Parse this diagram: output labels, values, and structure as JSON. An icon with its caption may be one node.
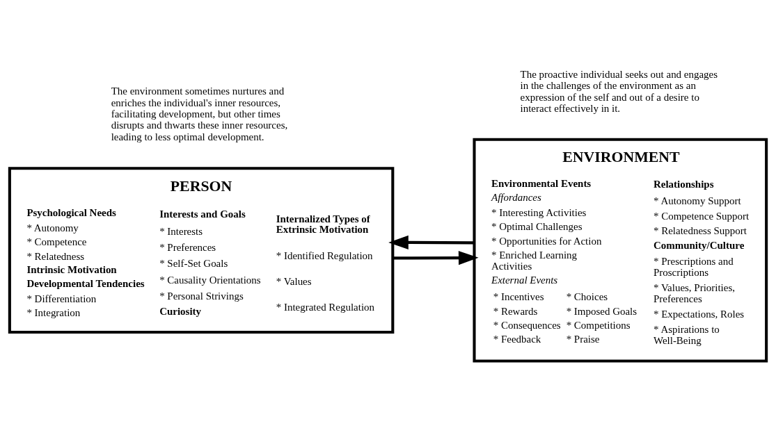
{
  "diagram": {
    "nodes": [
      {
        "text": [
          "PERSON",
          "Psychological Needs",
          "* Autonomy",
          "* Competence",
          "* Relatedness",
          "Intrinsic Motivation",
          "Developmental Tendencies",
          "* Differentiation",
          "* Integration",
          "Interests and Goals",
          "* Interests",
          "* Preferences",
          "* Self-Set Goals",
          "* Causality Orientations",
          "* Personal Strivings",
          "Curiosity",
          "Internalized Types of Extrinsic Motivation",
          "* Identified Regulation",
          "* Values",
          "* Integrated Regulation"
        ]
      },
      {
        "text": [
          "ENVIRONMENT",
          "Environmental Events",
          "Affordances",
          "* Interesting Activities",
          "* Optimal Challenges",
          "* Opportunities for Action",
          "* Enriched Learning Activities",
          "External Events",
          "* Incentives",
          "* Rewards",
          "* Consequences",
          "* Feedback",
          "* Choices",
          "* Imposed Goals",
          "* Competitions",
          "* Praise",
          "Relationships",
          "* Autonomy Support",
          "* Competence Support",
          "* Relatedness Support",
          "Community/Culture",
          "* Prescriptions and Proscriptions",
          "* Values, Priorities, Preferences",
          "* Expectations, Roles",
          "* Aspirations to Well-Being"
        ]
      }
    ],
    "edges": [
      {
        "from": 0,
        "to": 1,
        "arrow": "to"
      },
      {
        "from": 1,
        "to": 0,
        "arrow": "to"
      }
    ],
    "labels": [
      "The proactive individual seeks out and engages in the challenges of the environment as an expression of the self and out of a desire to interact effectively in it.",
      "The environment sometimes nurtures and enriches the individual's inner resources, facilitating development, but other times disrupts and thwarts these inner resources, leading to less optimal development."
    ]
  }
}
